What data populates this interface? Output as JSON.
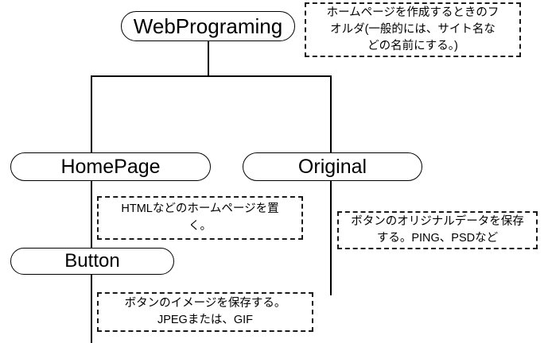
{
  "diagram": {
    "title": "WebPrograming folder structure tree",
    "colors": {
      "node_stroke": "#000000",
      "note_stroke": "#1a1a1a",
      "text": "#000000",
      "background": "#ffffff"
    },
    "nodes": [
      {
        "id": "root",
        "label": "WebPrograming"
      },
      {
        "id": "homepage",
        "label": "HomePage"
      },
      {
        "id": "original",
        "label": "Original"
      },
      {
        "id": "button",
        "label": "Button"
      }
    ],
    "notes": [
      {
        "id": "note-root",
        "lines": [
          "ホームページを作成するときのフ",
          "オルダ(一般的には、サイト名な",
          "どの名前にする。)"
        ]
      },
      {
        "id": "note-homepage",
        "lines": [
          "HTMLなどのホームページを置",
          "く。"
        ]
      },
      {
        "id": "note-original",
        "lines": [
          "ボタンのオリジナルデータを保存",
          "する。PING、PSDなど"
        ]
      },
      {
        "id": "note-button",
        "lines": [
          "ボタンのイメージを保存する。",
          "JPEGまたは、GIF"
        ]
      }
    ]
  }
}
